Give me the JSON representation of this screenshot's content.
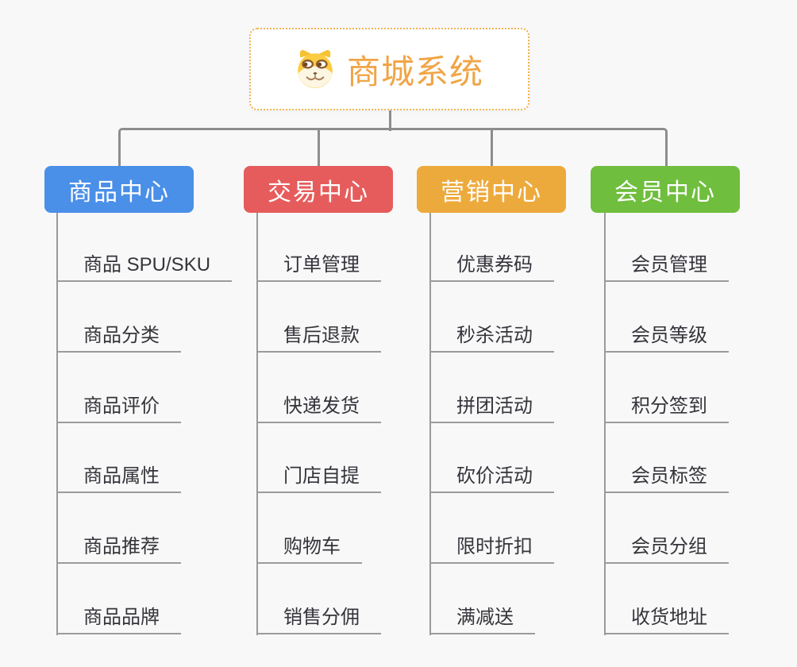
{
  "canvas": {
    "background": "#f8f8f8",
    "connector_color": "#8d8d8d",
    "leaf_line_color": "#9b9b9b"
  },
  "root": {
    "title": "商城系统",
    "icon": "doge-icon",
    "accent_color": "#f0a546",
    "border_color": "#f0b254"
  },
  "branches": [
    {
      "label": "商品中心",
      "color": "#4a8fe8",
      "children": [
        "商品 SPU/SKU",
        "商品分类",
        "商品评价",
        "商品属性",
        "商品推荐",
        "商品品牌"
      ]
    },
    {
      "label": "交易中心",
      "color": "#e65c5c",
      "children": [
        "订单管理",
        "售后退款",
        "快递发货",
        "门店自提",
        "购物车",
        "销售分佣"
      ]
    },
    {
      "label": "营销中心",
      "color": "#edaa3c",
      "children": [
        "优惠券码",
        "秒杀活动",
        "拼团活动",
        "砍价活动",
        "限时折扣",
        "满减送"
      ]
    },
    {
      "label": "会员中心",
      "color": "#6fbe3e",
      "children": [
        "会员管理",
        "会员等级",
        "积分签到",
        "会员标签",
        "会员分组",
        "收货地址"
      ]
    }
  ]
}
